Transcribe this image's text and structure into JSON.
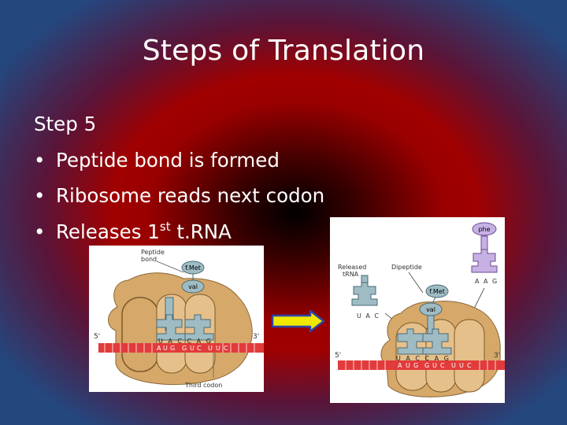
{
  "slide": {
    "title": "Steps of Translation",
    "step_heading": "Step 5",
    "bullets": [
      "Peptide bond is formed",
      "Ribosome reads next codon",
      {
        "text": "Releases 1",
        "sup": "st",
        "tail": " t.RNA"
      }
    ]
  },
  "figure_left": {
    "label_peptide_bond": [
      "Peptide",
      "bond"
    ],
    "label_fmet": "f.Met",
    "label_val": "val",
    "anticodons": "U A C C A G",
    "mrna_codons": [
      "A",
      "U",
      "G",
      "G",
      "U",
      "C",
      "U",
      "U",
      "C"
    ],
    "label_5prime": "5'",
    "label_3prime": "3'",
    "label_third_codon": "Third codon"
  },
  "figure_right": {
    "label_phe": "phe",
    "label_released_trna": [
      "Released",
      "tRNA"
    ],
    "label_dipeptide": "Dipeptide",
    "label_fmet": "f.Met",
    "label_val": "val",
    "released_anticodon": "U A C",
    "incoming_anticodon": "A A G",
    "anticodons": "U A C C A G",
    "mrna_codons": [
      "A",
      "U",
      "G",
      "G",
      "U",
      "C",
      "U",
      "U",
      "C"
    ],
    "label_5prime": "5'",
    "label_3prime": "3'"
  },
  "colors": {
    "title_text": "#ffffff",
    "ribosome": "#d6a869",
    "trna": "#9fbcc4",
    "mrna": "#e23b3b",
    "arrow_fill": "#f0e800",
    "arrow_outline": "#2d44a8"
  }
}
